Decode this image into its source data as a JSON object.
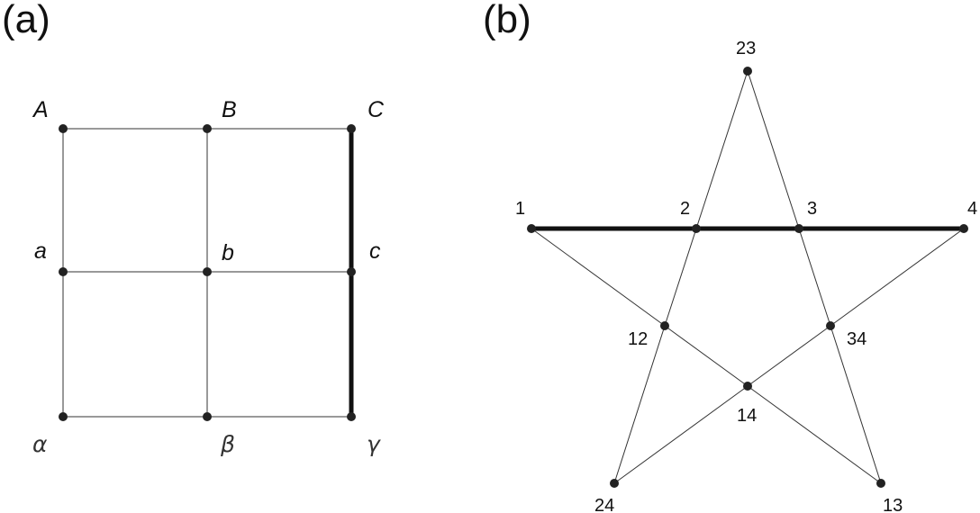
{
  "panel_a": {
    "label": "(a)",
    "nodes": [
      {
        "id": "A",
        "text": "A"
      },
      {
        "id": "B",
        "text": "B"
      },
      {
        "id": "C",
        "text": "C"
      },
      {
        "id": "a",
        "text": "a"
      },
      {
        "id": "b",
        "text": "b"
      },
      {
        "id": "c",
        "text": "c"
      },
      {
        "id": "alpha",
        "text": "α"
      },
      {
        "id": "beta",
        "text": "β"
      },
      {
        "id": "gamma",
        "text": "γ"
      }
    ],
    "edges": [
      {
        "from": "A",
        "to": "B",
        "bold": false
      },
      {
        "from": "B",
        "to": "C",
        "bold": false
      },
      {
        "from": "a",
        "to": "b",
        "bold": false
      },
      {
        "from": "b",
        "to": "c",
        "bold": false
      },
      {
        "from": "alpha",
        "to": "beta",
        "bold": false
      },
      {
        "from": "beta",
        "to": "gamma",
        "bold": false
      },
      {
        "from": "A",
        "to": "a",
        "bold": false
      },
      {
        "from": "a",
        "to": "alpha",
        "bold": false
      },
      {
        "from": "B",
        "to": "b",
        "bold": false
      },
      {
        "from": "b",
        "to": "beta",
        "bold": false
      },
      {
        "from": "C",
        "to": "c",
        "bold": true
      },
      {
        "from": "c",
        "to": "gamma",
        "bold": true
      }
    ]
  },
  "panel_b": {
    "label": "(b)",
    "nodes": [
      {
        "id": "n23",
        "text": "23"
      },
      {
        "id": "n1",
        "text": "1"
      },
      {
        "id": "n2",
        "text": "2"
      },
      {
        "id": "n3",
        "text": "3"
      },
      {
        "id": "n4",
        "text": "4"
      },
      {
        "id": "n12",
        "text": "12"
      },
      {
        "id": "n34",
        "text": "34"
      },
      {
        "id": "n14",
        "text": "14"
      },
      {
        "id": "n24",
        "text": "24"
      },
      {
        "id": "n13",
        "text": "13"
      }
    ],
    "edges": [
      {
        "from": "n1",
        "to": "n2",
        "bold": true
      },
      {
        "from": "n2",
        "to": "n3",
        "bold": true
      },
      {
        "from": "n3",
        "to": "n4",
        "bold": true
      },
      {
        "from": "n23",
        "to": "n2",
        "bold": false
      },
      {
        "from": "n2",
        "to": "n12",
        "bold": false
      },
      {
        "from": "n12",
        "to": "n24",
        "bold": false
      },
      {
        "from": "n23",
        "to": "n3",
        "bold": false
      },
      {
        "from": "n3",
        "to": "n34",
        "bold": false
      },
      {
        "from": "n34",
        "to": "n13",
        "bold": false
      },
      {
        "from": "n1",
        "to": "n12",
        "bold": false
      },
      {
        "from": "n12",
        "to": "n14",
        "bold": false
      },
      {
        "from": "n14",
        "to": "n13",
        "bold": false
      },
      {
        "from": "n4",
        "to": "n34",
        "bold": false
      },
      {
        "from": "n34",
        "to": "n14",
        "bold": false
      },
      {
        "from": "n14",
        "to": "n24",
        "bold": false
      }
    ]
  }
}
